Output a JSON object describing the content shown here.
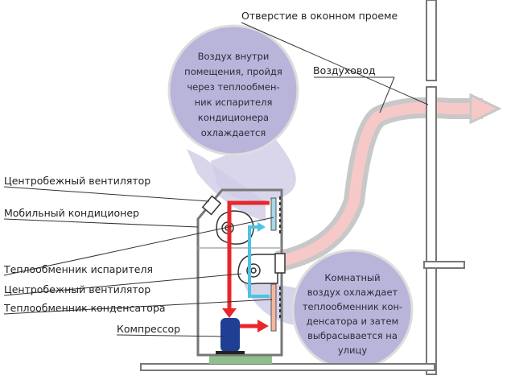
{
  "labels": {
    "window_opening": "Отверстие в оконном проеме",
    "duct": "Воздуховод",
    "centrifugal_fan_top": "Центробежный вентилятор",
    "mobile_ac": "Мобильный кондиционер",
    "evaporator": "Теплообменник испарителя",
    "centrifugal_fan_bottom": "Центробежный вентилятор",
    "condenser": "Теплообменник конденсатора",
    "compressor": "Компрессор"
  },
  "bubble_top": [
    "Воздух внутри",
    "помещения, пройдя",
    "через теплообмен-",
    "ник испарителя",
    "кондиционера",
    "охлаждается"
  ],
  "bubble_bottom": [
    "Комнатный",
    "воздух охлаждает",
    "теплообменник кон-",
    "денсатора и затем",
    "выбрасывается на",
    "улицу"
  ],
  "colors": {
    "bubble": "#b9b5da",
    "hot": "#e8262b",
    "cold": "#4cc3e0",
    "compressor": "#1f3f95",
    "base": "#8fbf8c",
    "outline": "#777777"
  }
}
